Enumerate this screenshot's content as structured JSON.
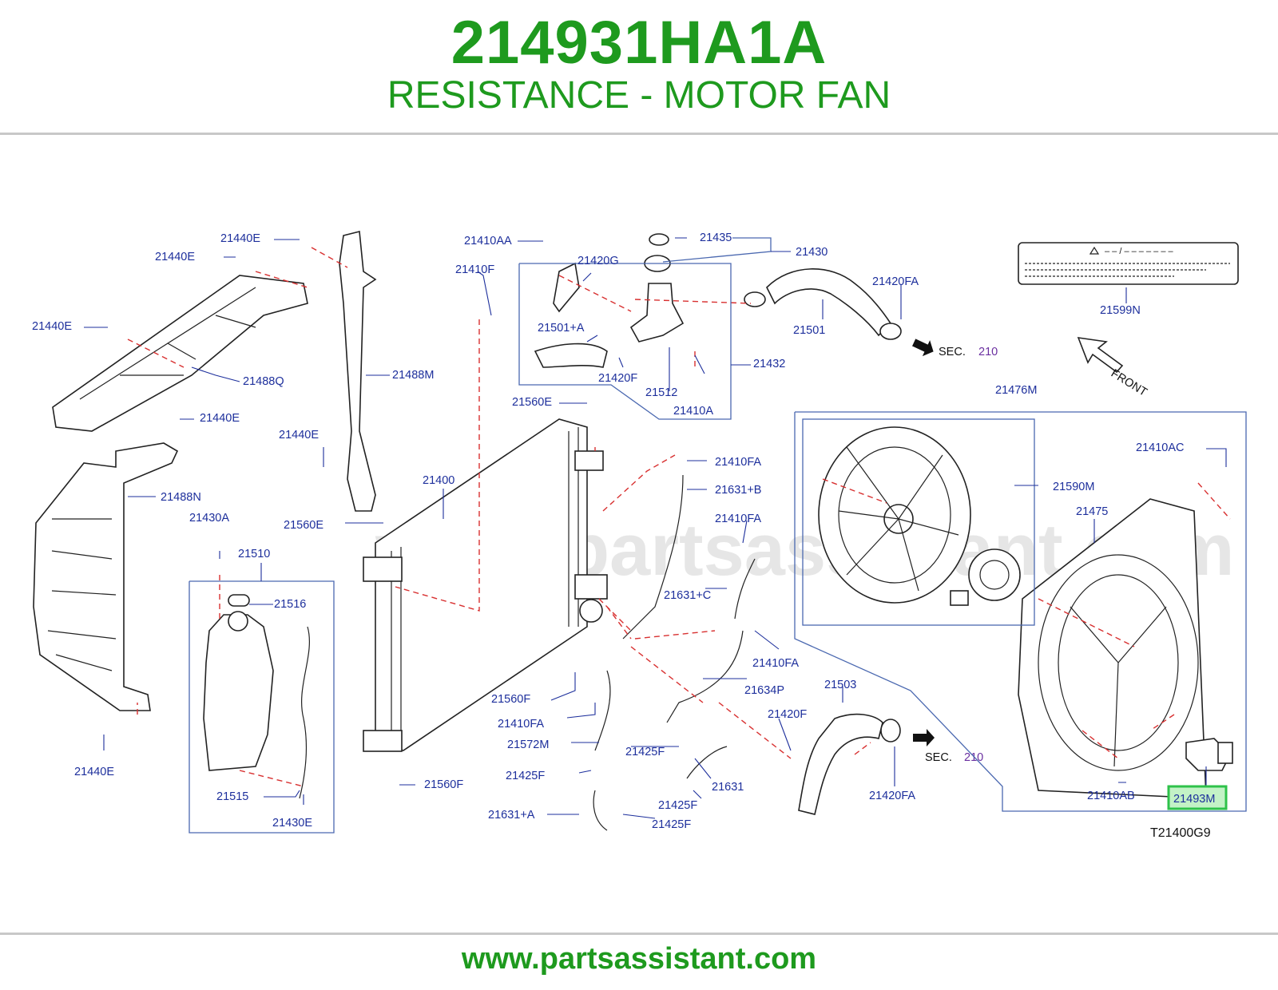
{
  "header": {
    "part_number": "214931HA1A",
    "part_name": "RESISTANCE - MOTOR FAN"
  },
  "footer": {
    "url": "www.partsassistant.com"
  },
  "watermark": "www.partsassistant.com",
  "colors": {
    "brand_green": "#1e9a1e",
    "label_blue": "#1d2f9c",
    "dash_red": "#d83030",
    "highlight": "#2ec24a"
  },
  "diagram": {
    "code": "T21400G9",
    "front_label": "FRONT",
    "sec_label": "SEC.",
    "sec_number": "210",
    "highlighted_part": "21493M",
    "labels": [
      "21440E",
      "21440E",
      "21440E",
      "21488Q",
      "21440E",
      "21488N",
      "21440E",
      "21430A",
      "21510",
      "21516",
      "21515",
      "21430E",
      "21488M",
      "21440E",
      "21560E",
      "21400",
      "21560E",
      "21560F",
      "21560F",
      "21410AA",
      "21410F",
      "21420G",
      "21501+A",
      "21420F",
      "21435",
      "21512",
      "21410A",
      "21432",
      "21430",
      "21501",
      "21420FA",
      "21410FA",
      "21631+B",
      "21410FA",
      "21631+C",
      "21410FA",
      "21634P",
      "21410FA",
      "21572M",
      "21425F",
      "21425F",
      "21631+A",
      "21425F",
      "21631",
      "21425F",
      "21503",
      "21420F",
      "21420FA",
      "21599N",
      "21476M",
      "21590M",
      "21410AC",
      "21475",
      "21410AB",
      "21493M"
    ]
  }
}
